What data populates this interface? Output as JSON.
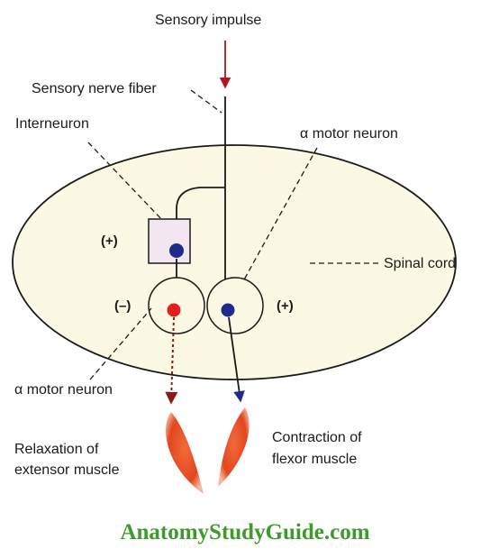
{
  "labels": {
    "sensory_impulse": "Sensory impulse",
    "sensory_nerve_fiber": "Sensory nerve fiber",
    "interneuron": "Interneuron",
    "alpha_motor_neuron_right": "α motor neuron",
    "spinal_cord": "Spinal cord",
    "alpha_motor_neuron_left": "α motor neuron",
    "relaxation_line1": "Relaxation of",
    "relaxation_line2": "extensor muscle",
    "contraction_line1": "Contraction of",
    "contraction_line2": "flexor muscle"
  },
  "signs": {
    "interneuron_plus": "(+)",
    "inhibited_minus": "(–)",
    "excited_plus": "(+)"
  },
  "watermark": "AnatomyStudyGuide.com",
  "colors": {
    "spinal_cord_fill": "#fbf9e3",
    "interneuron_fill": "#f2e6f1",
    "excitatory_neuron_dot": "#1f2a8a",
    "inhibited_neuron_dot": "#e02020",
    "sensory_arrow": "#b3131b",
    "inhibition_arrow": "#8b1a1a",
    "muscle": "#e2461f",
    "watermark": "#3f9a2c"
  }
}
